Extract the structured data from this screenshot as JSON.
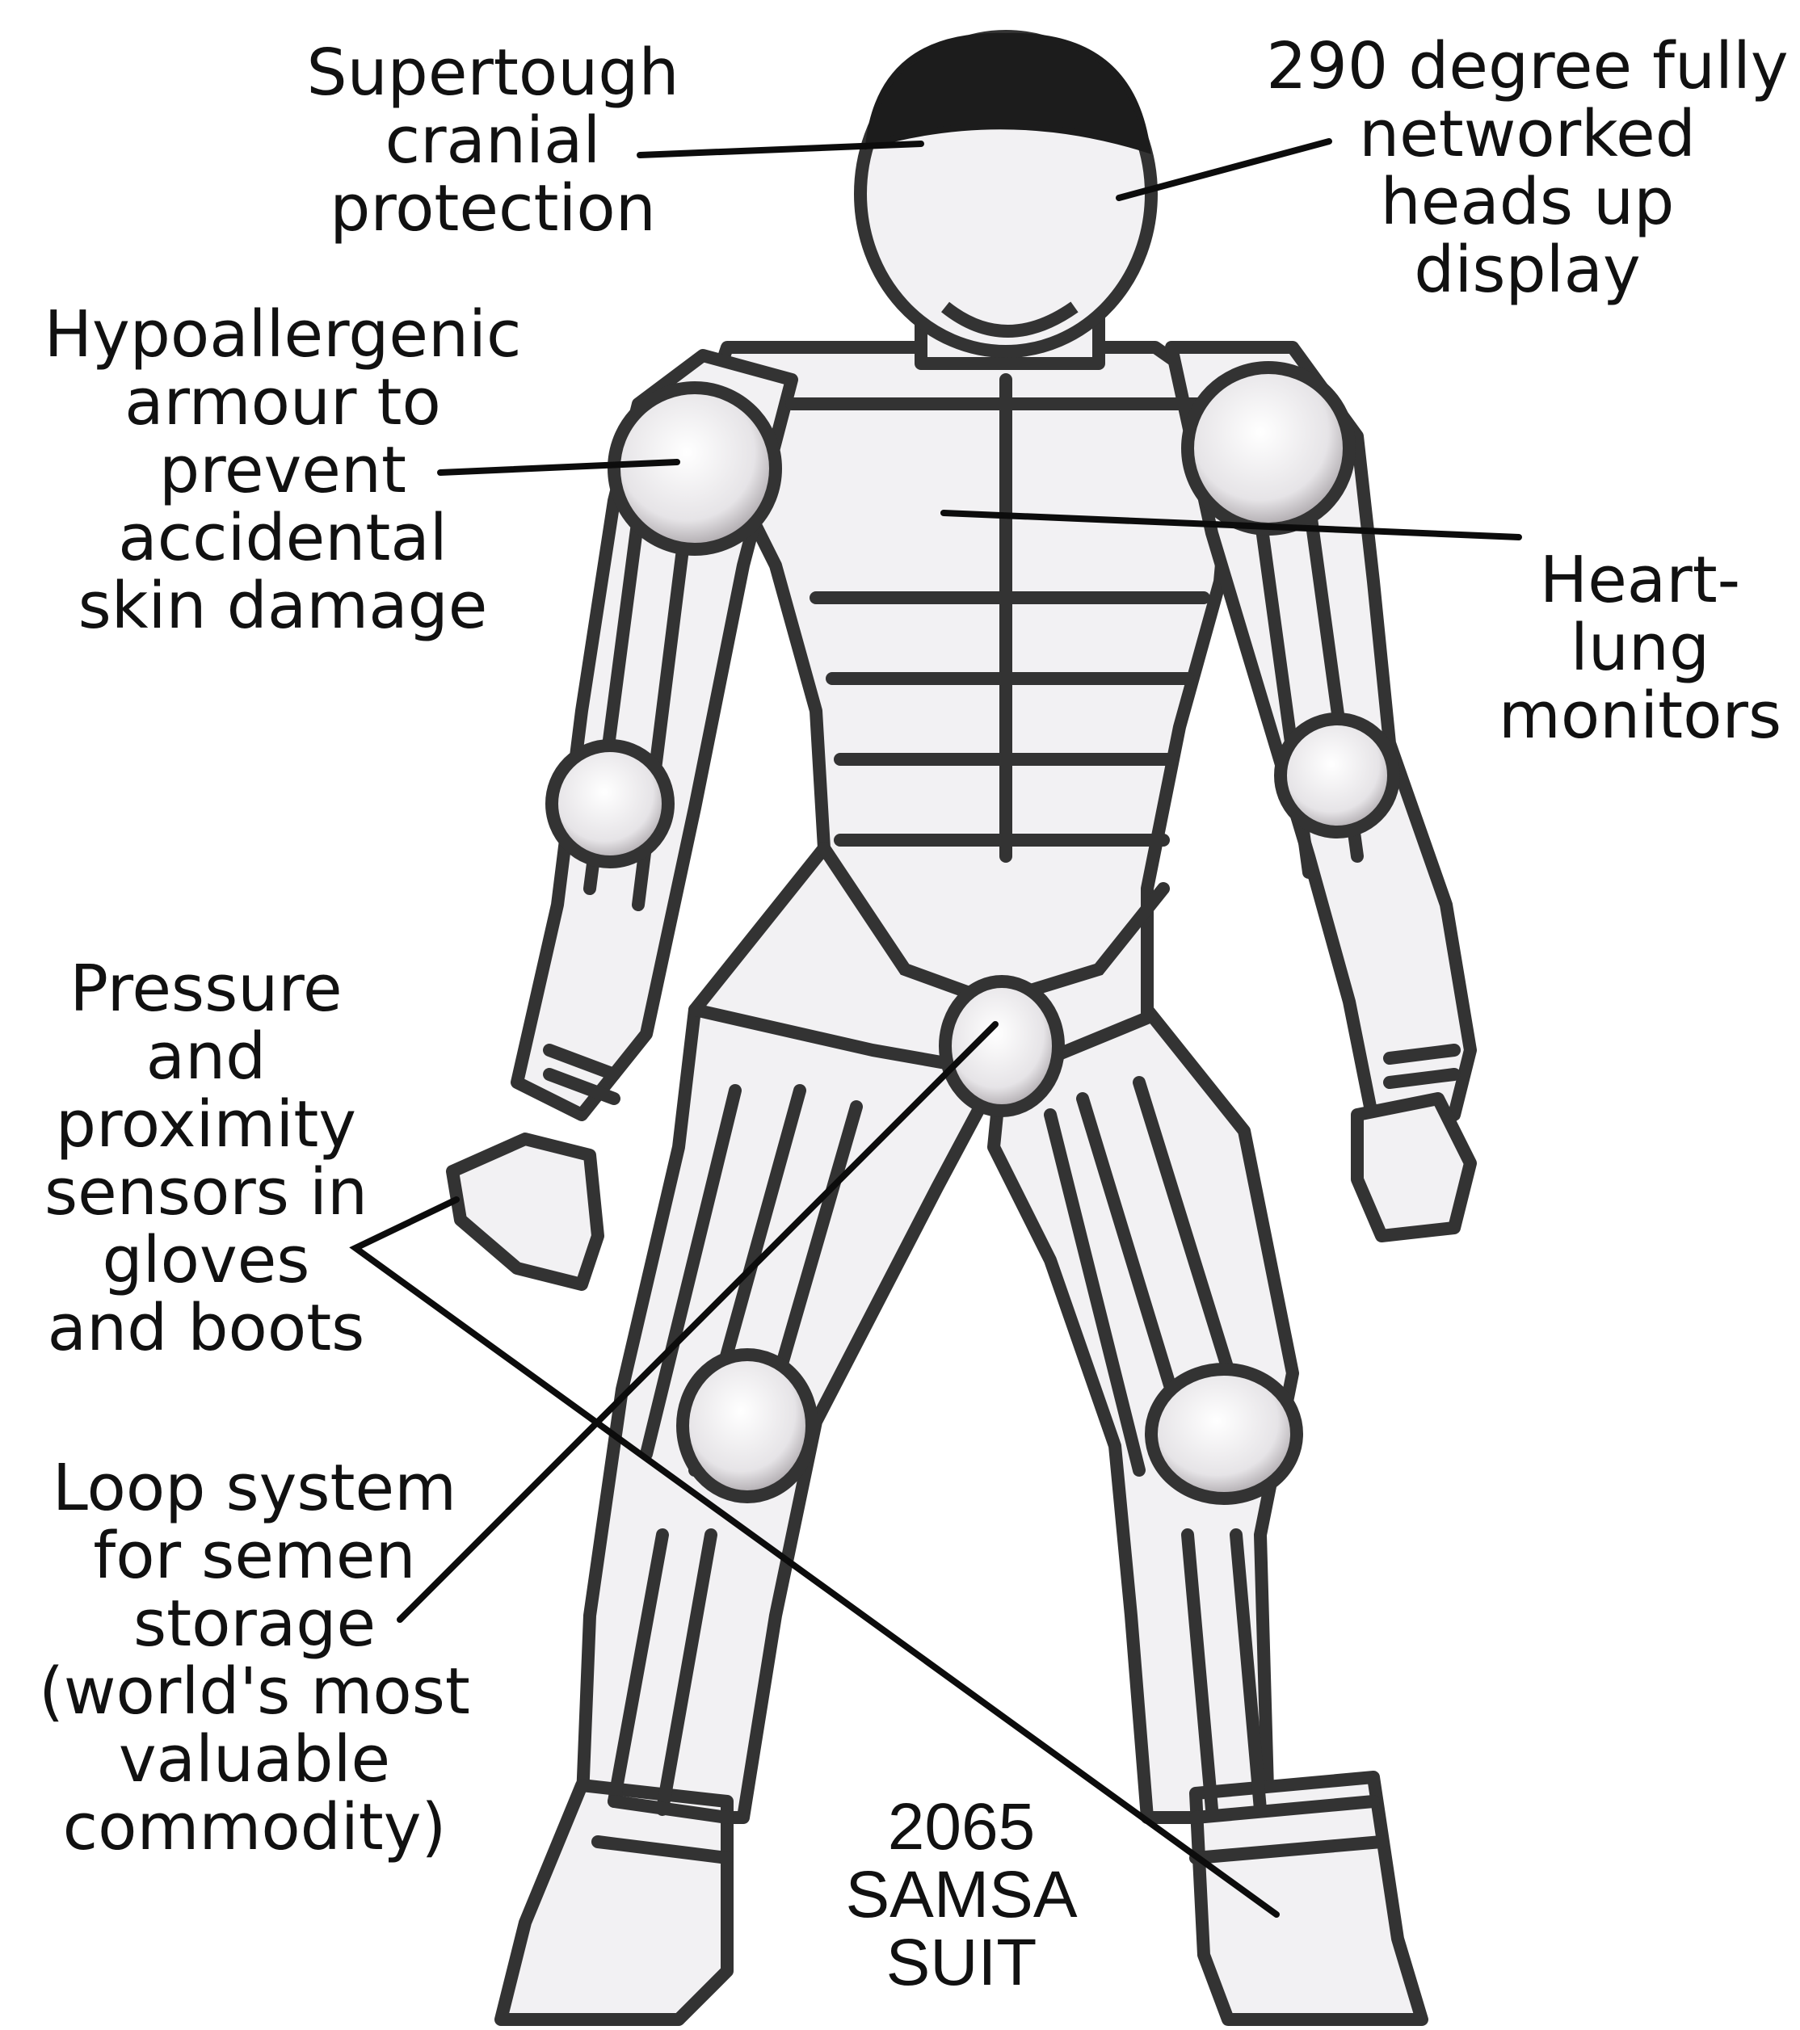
{
  "diagram": {
    "title": "2065\nSAMSA\nSUIT",
    "colors": {
      "ink": "#333333",
      "suit_fill": "#f2f1f3",
      "shading": "#c9c3c6",
      "helmet_top": "#1c1c1c",
      "leader": "#0c0c0c"
    },
    "callouts": [
      {
        "id": "cranial",
        "text": "Supertough\ncranial\nprotection"
      },
      {
        "id": "hud",
        "text": "290 degree fully\nnetworked\nheads up display"
      },
      {
        "id": "armour",
        "text": "Hypoallergenic\narmour to\nprevent\naccidental\nskin damage"
      },
      {
        "id": "heartlung",
        "text": "Heart-\nlung\nmonitors"
      },
      {
        "id": "sensors",
        "text": "Pressure\nand\nproximity\nsensors in\ngloves\nand boots"
      },
      {
        "id": "loop",
        "text": "Loop system\nfor semen\nstorage\n(world's most\nvaluable\ncommodity)"
      }
    ]
  }
}
